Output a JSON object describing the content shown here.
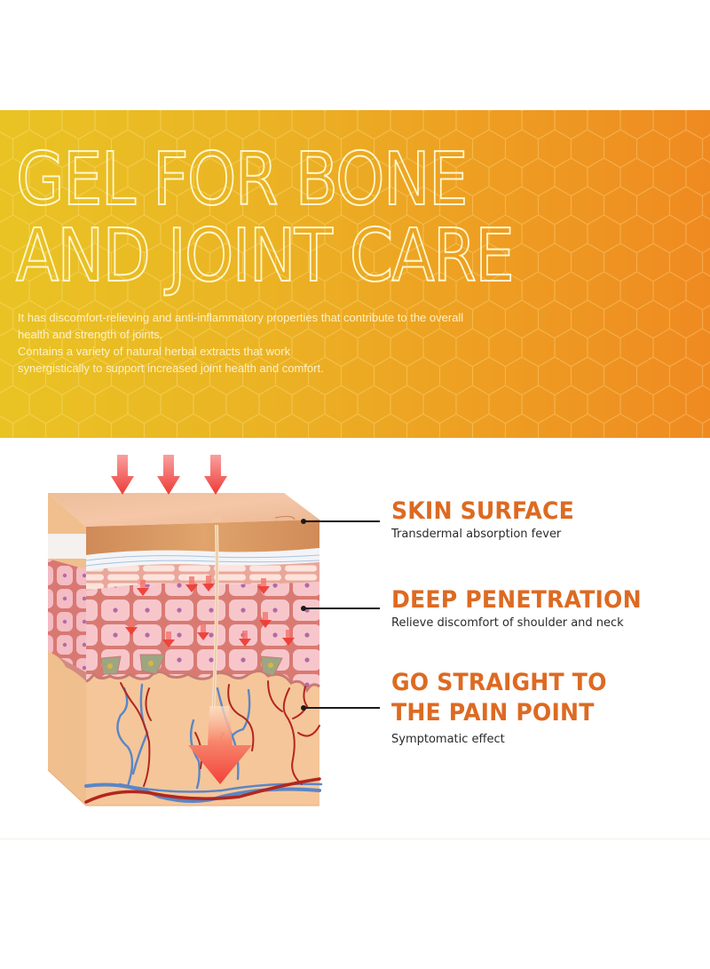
{
  "banner": {
    "headline_lines": [
      "GEL FOR BONE",
      "AND JOINT CARE"
    ],
    "description": [
      "It has discomfort-relieving and anti-inflammatory properties that contribute to the overall health and strength of joints.",
      "Contains a variety of natural herbal extracts that work synergistically to support increased joint health and comfort."
    ],
    "description_lines": [
      "It has discomfort-relieving and anti-inflammatory properties that contribute to the overall",
      "health and strength of joints.",
      "Contains a variety of natural herbal extracts that work",
      "synergistically to support increased joint health and comfort."
    ],
    "gradient_colors": [
      "#e9c324",
      "#ef8a21"
    ],
    "pattern": "honeycomb"
  },
  "illustration": {
    "subject": "skin cross-section",
    "layers": [
      "skin surface",
      "epidermis cells",
      "dermis with blood vessels"
    ],
    "icons": [
      "arrow-down-icon",
      "arrow-down-icon",
      "arrow-down-icon",
      "large-arrow-down-icon"
    ]
  },
  "features": [
    {
      "title_lines": [
        "SKIN SURFACE"
      ],
      "subtitle": "Transdermal absorption fever"
    },
    {
      "title_lines": [
        "DEEP PENETRATION"
      ],
      "subtitle": "Relieve discomfort of shoulder and neck"
    },
    {
      "title_lines": [
        "GO STRAIGHT TO",
        "THE PAIN POINT"
      ],
      "subtitle": "Symptomatic effect"
    }
  ],
  "colors": {
    "accent_heading": "#dd6a22",
    "body_text": "#2a2a2a",
    "banner_text": "#fff8d2"
  }
}
